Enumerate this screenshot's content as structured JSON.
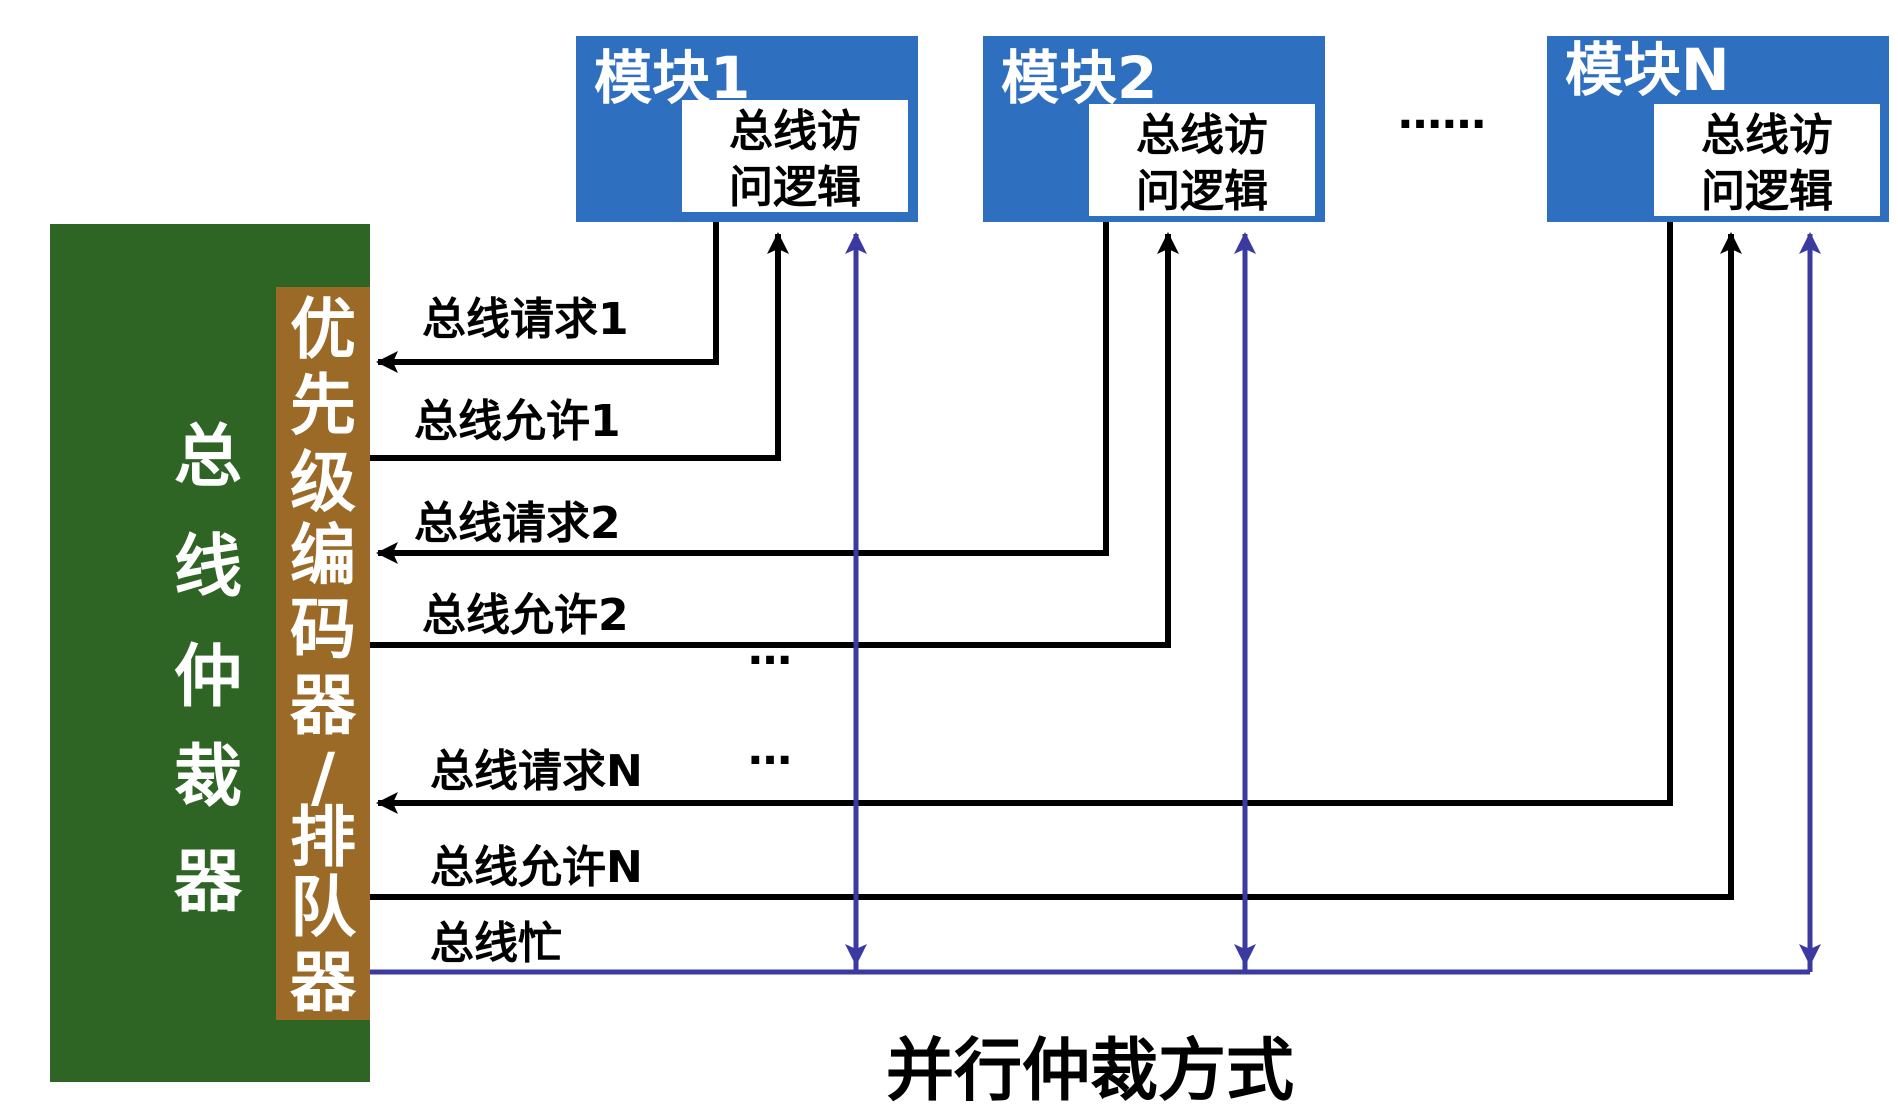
{
  "arbiter": {
    "title_chars": [
      "总",
      "线",
      "仲",
      "裁",
      "器"
    ],
    "colors": {
      "outer": "#2e6424",
      "inner": "#9a6a26"
    }
  },
  "encoder": {
    "title_chars": [
      "优",
      "先",
      "级",
      "编",
      "码",
      "器",
      "/",
      "排",
      "队",
      "器"
    ]
  },
  "modules": [
    {
      "title": "模块1",
      "logic_line1": "总线访",
      "logic_line2": "问逻辑"
    },
    {
      "title": "模块2",
      "logic_line1": "总线访",
      "logic_line2": "问逻辑"
    },
    {
      "title": "模块N",
      "logic_line1": "总线访",
      "logic_line2": "问逻辑"
    }
  ],
  "module_gap_dots": "……",
  "signals": {
    "req1": "总线请求1",
    "grant1": "总线允许1",
    "req2": "总线请求2",
    "grant2": "总线允许2",
    "reqN": "总线请求N",
    "grantN": "总线允许N",
    "busy": "总线忙"
  },
  "mid_dots": [
    "…",
    "…"
  ],
  "caption": "并行仲裁方式",
  "colors": {
    "module_blue": "#2f6fbf",
    "busy_line": "#3a3aa0",
    "signal_line": "#000000"
  }
}
